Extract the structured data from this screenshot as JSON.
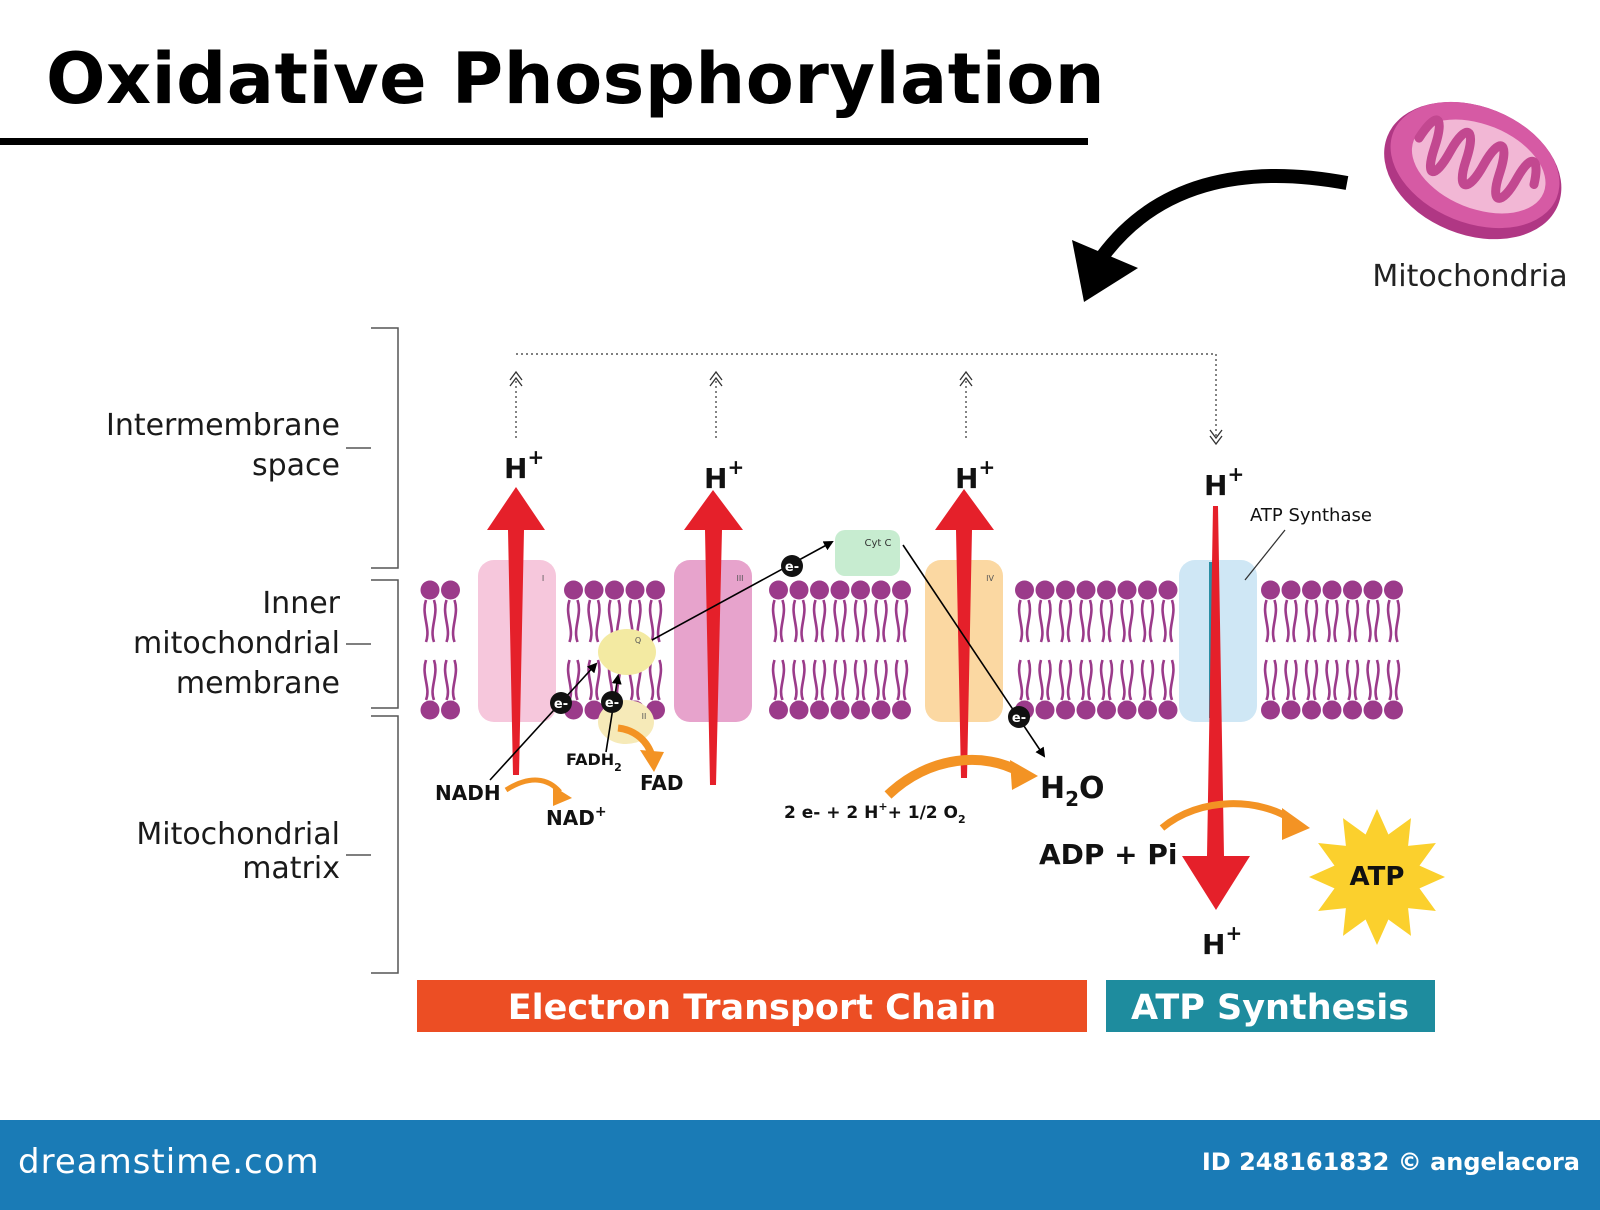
{
  "title": "Oxidative Phosphorylation",
  "organelle_label": "Mitochondria",
  "regions": {
    "intermembrane": [
      "Intermembrane",
      "space"
    ],
    "inner_membrane": [
      "Inner",
      "mitochondrial",
      "membrane"
    ],
    "matrix": [
      "Mitochondrial",
      "matrix"
    ]
  },
  "proton": {
    "base": "H",
    "sup": "+"
  },
  "electron": "e-",
  "complexes": {
    "c1": "I",
    "c2": "II",
    "c3": "III",
    "c4": "IV",
    "q": "Q",
    "cytc": "Cyt C"
  },
  "atp_synthase_label": "ATP Synthase",
  "molecules": {
    "nadh": "NADH",
    "nad_base": "NAD",
    "nad_sup": "+",
    "fadh_base": "FADH",
    "fadh_sub": "2",
    "fad": "FAD",
    "reaction": {
      "p1": "2 e- + 2 H",
      "p1_sup": "+",
      "p2": "+ 1/2 O",
      "p2_sub": "2"
    },
    "water_h": "H",
    "water_sub": "2",
    "water_o": "O",
    "adp": "ADP + Pi",
    "atp": "ATP"
  },
  "bars": {
    "etc": "Electron Transport Chain",
    "synthesis": "ATP Synthesis"
  },
  "footer": {
    "logo": "dreamstime.com",
    "credit": "ID 248161832 © angelacora"
  },
  "colors": {
    "lipid": "#9b3b8a",
    "complex1": "#f6c7dc",
    "complex3": "#e7a3cc",
    "complex4": "#fbd8a2",
    "synthase": "#cfe7f5",
    "proton_arrow": "#e5202a",
    "etc_bar": "#ec4e24",
    "synthesis_bar": "#1e8c9e",
    "footer": "#1a7bb6",
    "atp_star": "#fbd02d",
    "orange_arrow": "#f39324"
  }
}
